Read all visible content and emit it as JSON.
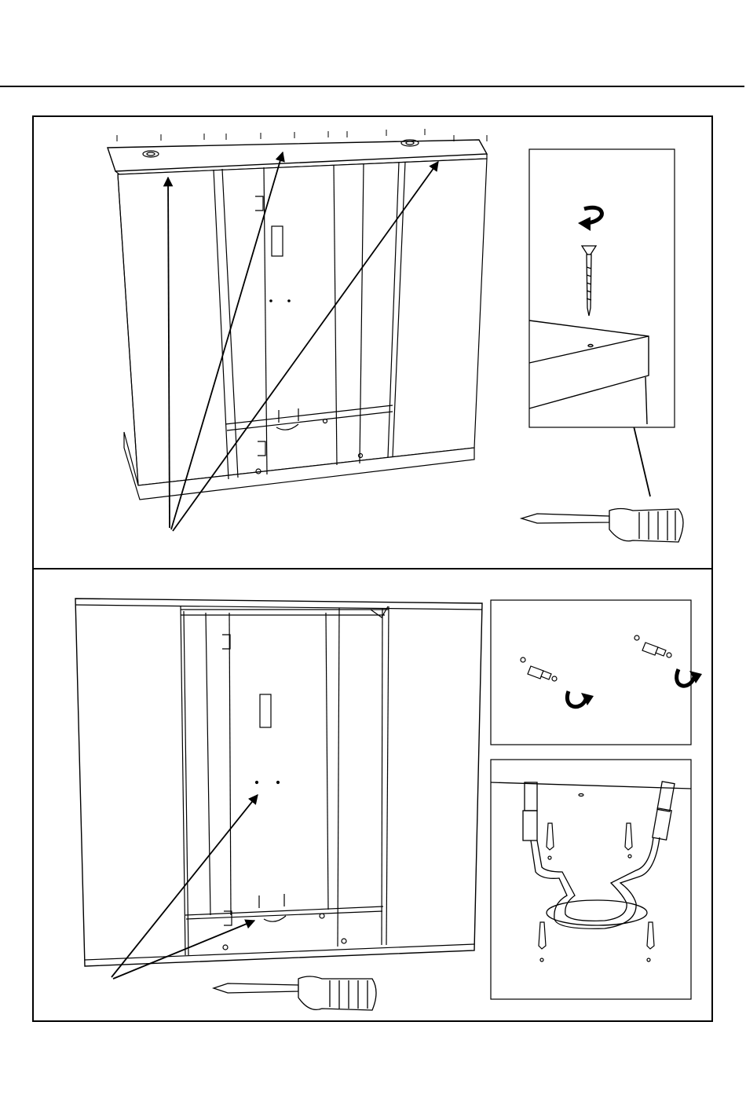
{
  "document": {
    "type": "assembly-instruction-page",
    "text": []
  },
  "steps": [
    {
      "id": "step-top",
      "scene": "cabinet-top-panel-screwed-down",
      "detail_inset": "countersunk-screw-turned-into-panel-edge",
      "tool": "screwdriver-icon",
      "rotation_indicator": "rotate-arrow-icon"
    },
    {
      "id": "step-bottom",
      "scene": "cabinet-back-view-with-bracket",
      "detail_insets": [
        "wall-plugs-with-screws",
        "u-shaped-bracket-fixed-with-screws"
      ],
      "tool": "screwdriver-icon",
      "rotation_indicator": "rotate-arrow-icon"
    }
  ],
  "style": {
    "line_color": "#000000",
    "background": "#ffffff",
    "panel_border_color": "#000000"
  }
}
